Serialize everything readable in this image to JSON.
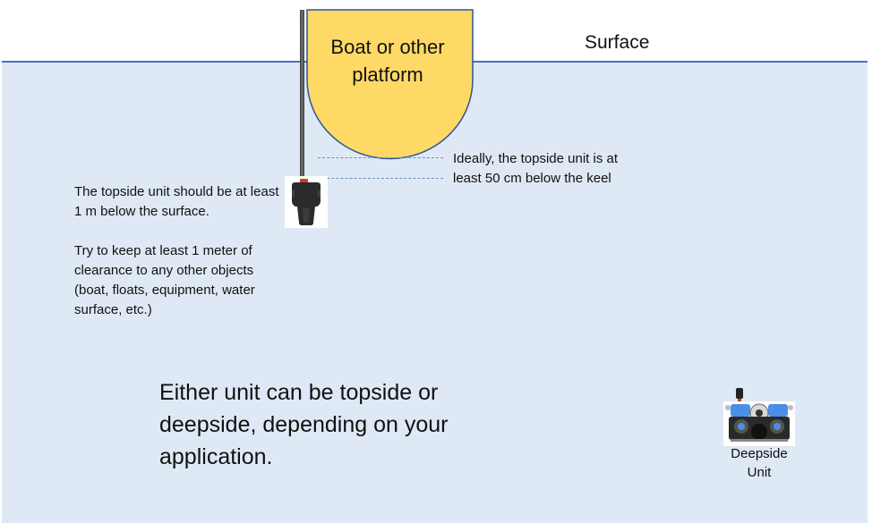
{
  "diagram": {
    "surface_label": "Surface",
    "boat": {
      "label": "Boat or other platform",
      "fill_color": "#ffd966",
      "stroke_color": "#2f5597"
    },
    "water_color": "#dfe9f5",
    "surface_line_color": "#4472c4",
    "keel_note": {
      "lines": [
        "Ideally, the topside unit is at",
        "least 50 cm below the keel"
      ]
    },
    "topside_notes": {
      "paragraph_1": "The topside unit should be at least 1 m below the surface.",
      "paragraph_2": "Try to keep at least 1 meter of clearance to any other objects (boat, floats, equipment, water surface, etc.)"
    },
    "main_note": "Either unit can be topside or deepside, depending on your application.",
    "deepside_unit": {
      "label_line_1": "Deepside",
      "label_line_2": "Unit"
    },
    "icons": {
      "topside_unit": "topside-transducer-icon",
      "deepside_unit": "rov-vehicle-icon"
    }
  }
}
